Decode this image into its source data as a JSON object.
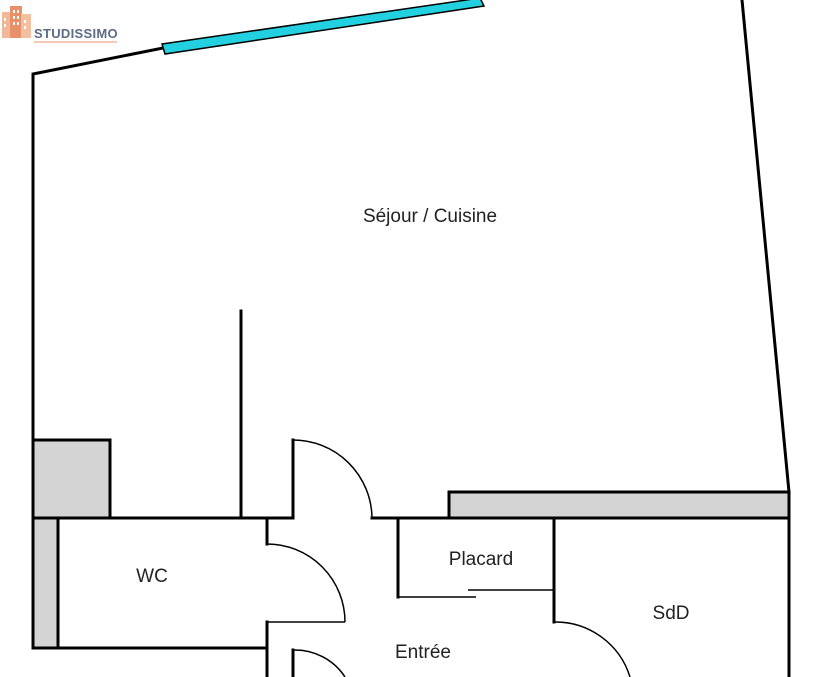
{
  "logo": {
    "text": "STUDISSIMO",
    "colors": {
      "building": "#e8a07a",
      "text": "#5a6b86"
    }
  },
  "rooms": {
    "sejour": "Séjour / Cuisine",
    "wc": "WC",
    "placard": "Placard",
    "sdd": "SdD",
    "entree": "Entrée"
  },
  "colors": {
    "window": "#22d0e0",
    "fixture": "#d4d4d4",
    "wall": "#000000"
  }
}
